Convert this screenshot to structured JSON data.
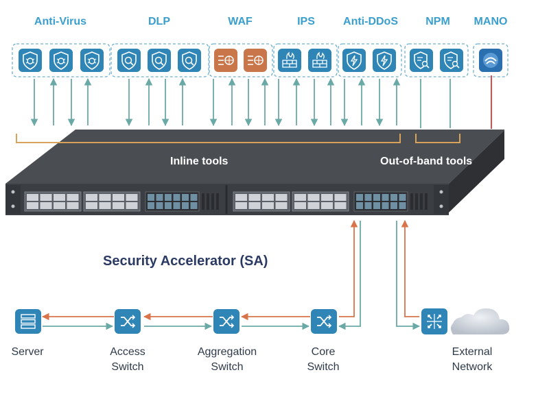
{
  "categories": [
    {
      "label": "Anti-Virus",
      "tools": [
        "virus-shield-icon",
        "virus-shield-icon",
        "virus-shield-icon"
      ]
    },
    {
      "label": "DLP",
      "tools": [
        "data-search-shield-icon",
        "data-search-shield-icon",
        "data-search-shield-icon"
      ]
    },
    {
      "label": "WAF",
      "tools": [
        "web-firewall-icon",
        "web-firewall-icon"
      ]
    },
    {
      "label": "IPS",
      "tools": [
        "intrusion-wall-icon",
        "intrusion-wall-icon"
      ]
    },
    {
      "label": "Anti-DDoS",
      "tools": [
        "lightning-shield-icon",
        "lightning-shield-icon"
      ]
    },
    {
      "label": "NPM",
      "tools": [
        "monitor-shield-icon",
        "monitor-shield-icon"
      ]
    },
    {
      "label": "MANO",
      "tools": [
        "orchestration-icon"
      ]
    }
  ],
  "appliance": {
    "inline_label": "Inline tools",
    "outofband_label": "Out-of-band tools",
    "title": "Security Accelerator (SA)"
  },
  "network": {
    "server": "Server",
    "access_1": "Access",
    "access_2": "Switch",
    "aggregation_1": "Aggregation",
    "aggregation_2": "Switch",
    "core_1": "Core",
    "core_2": "Switch",
    "external_1": "External",
    "external_2": "Network"
  },
  "colors": {
    "category_text": "#3a9fcf",
    "icon_tile": "#2f86b6",
    "waf_tile": "#c9764a",
    "mano_tile": "#2a6fb0",
    "teal_arrow": "#6aa9a6",
    "orange_arrow": "#d9734a",
    "red_line": "#d23a3a",
    "bracket": "#d9a35a",
    "chassis_top": "#4a4d52",
    "chassis_front": "#3b3e43",
    "title_text": "#2b3a63"
  }
}
